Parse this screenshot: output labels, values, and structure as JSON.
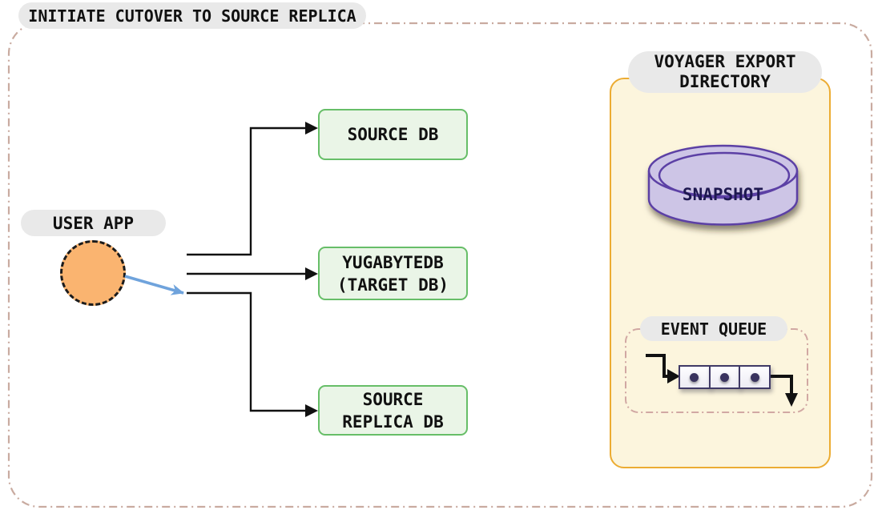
{
  "title": "INITIATE CUTOVER TO SOURCE REPLICA",
  "user_app": {
    "label": "USER APP"
  },
  "db_boxes": {
    "source": {
      "line1": "SOURCE DB"
    },
    "target": {
      "line1": "YUGABYTEDB",
      "line2": "(TARGET DB)"
    },
    "source_replica": {
      "line1": "SOURCE",
      "line2": "REPLICA DB"
    }
  },
  "voyager": {
    "label_line1": "VOYAGER EXPORT",
    "label_line2": "DIRECTORY",
    "snapshot": {
      "label": "SNAPSHOT"
    },
    "event_queue": {
      "label": "EVENT QUEUE",
      "cell_count": 3
    }
  },
  "colors": {
    "badge_bg": "#E9E9E9",
    "outer_border": "#C9ABA0",
    "db_box_fill": "#EAF5E7",
    "db_box_border": "#67BE68",
    "user_app_fill": "#FAB470",
    "cutover_arrow": "#6FA3DC",
    "panel_fill": "#FCF5DD",
    "panel_border": "#ECAC33",
    "cylinder_fill": "#CDC5E6",
    "cylinder_border": "#5B41A5",
    "snapshot_text": "#1E1850",
    "queue_border": "#D1A8A3",
    "queue_cell_border": "#403A66",
    "connector": "#111111"
  }
}
